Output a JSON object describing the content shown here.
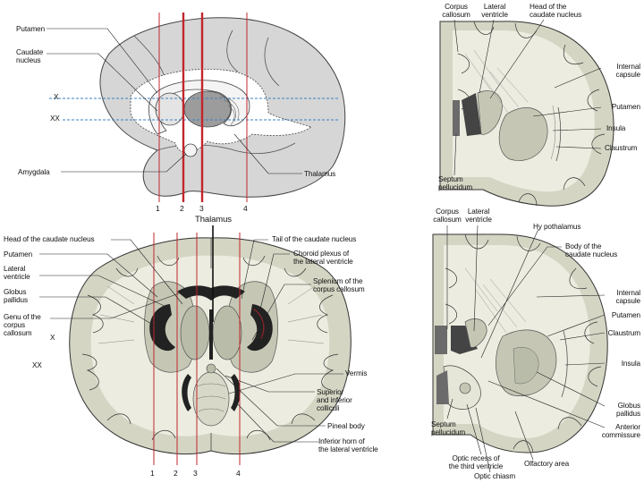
{
  "colors": {
    "white_matter": "#ecece0",
    "gray_matter": "#d5d5c4",
    "deep_nuclei": "#c5c7b4",
    "ventricle": "#222222",
    "ventricle_wall": "#8e8e8e",
    "lateral_view_fill": "#d6d6d6",
    "section_line": "#c0272d",
    "reference_line": "#3b82c4"
  },
  "panels": {
    "lateral": {
      "labels": {
        "putamen": "Putamen",
        "caudate": "Caudate\nnucleus",
        "x": "X",
        "xx": "XX",
        "amygdala": "Amygdala",
        "thalamus": "Thalamus"
      },
      "line_numbers": [
        "1",
        "2",
        "3",
        "4"
      ]
    },
    "horizontal": {
      "title": "Thalamus",
      "left_labels": {
        "head_caudate": "Head of the caudate nucleus",
        "putamen": "Putamen",
        "lateral_ventricle": "Lateral\nventricle",
        "globus_pallidus": "Globus\npallidus",
        "genu": "Genu of the\ncorpus\ncallosum",
        "x": "X",
        "xx": "XX"
      },
      "right_labels": {
        "tail_caudate": "Tail of the caudate nucleus",
        "choroid": "Choroid plexus of\nthe lateral ventricle",
        "splenium": "Splenium of the\ncorpus callosum",
        "vermis": "Vermis",
        "colliculi": "Superior\nand inferior\ncolliculi",
        "pineal": "Pineal body",
        "inferior_horn": "Inferior horn of\nthe lateral ventricle"
      },
      "line_numbers": [
        "1",
        "2",
        "3",
        "4"
      ]
    },
    "coronal_top": {
      "top_labels": {
        "corpus_callosum": "Corpus\ncallosum",
        "lateral_ventricle": "Lateral\nventricle",
        "head_caudate": "Head of the\ncaudate nucleus"
      },
      "right_labels": {
        "internal_capsule": "Internal\ncapsule",
        "putamen": "Putamen",
        "insula": "Insula",
        "claustrum": "Claustrum"
      },
      "bottom_labels": {
        "septum": "Septum\npellucidum"
      }
    },
    "coronal_bottom": {
      "top_labels": {
        "corpus_callosum": "Corpus\ncallosum",
        "lateral_ventricle": "Lateral\nventricle",
        "hypothalamus": "Hy pothalamus"
      },
      "right_labels": {
        "body_caudate": "Body of the\ncaudate nucleus",
        "internal_capsule": "Internal\ncapsule",
        "putamen": "Putamen",
        "claustrum": "Claustrum",
        "insula": "Insula",
        "globus_pallidus": "Globus\npallidus",
        "anterior_commissure": "Anterior\ncommissure"
      },
      "bottom_labels": {
        "septum": "Septum\npellucidum",
        "optic_recess": "Optic recess of\nthe third ventricle",
        "optic_chiasm": "Optic chiasm",
        "olfactory": "Olfactory area"
      }
    }
  }
}
